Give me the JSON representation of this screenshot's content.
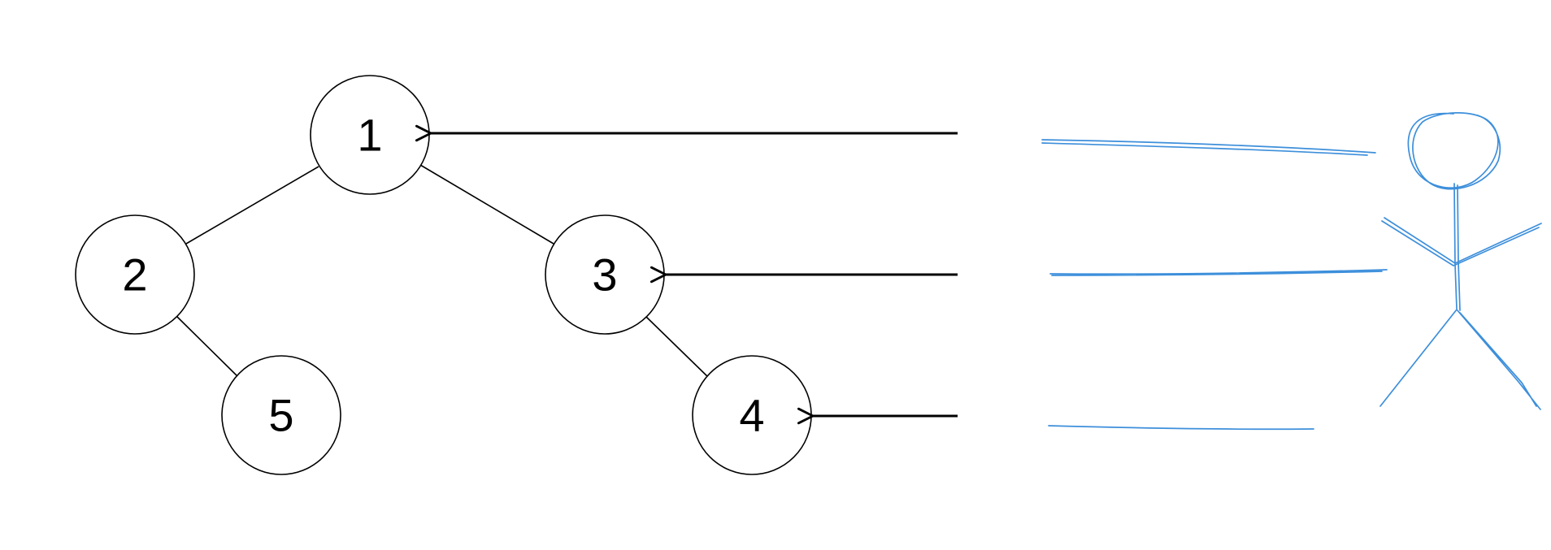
{
  "diagram": {
    "type": "binary-tree",
    "nodes": [
      {
        "id": "n1",
        "label": "1"
      },
      {
        "id": "n2",
        "label": "2"
      },
      {
        "id": "n3",
        "label": "3"
      },
      {
        "id": "n4",
        "label": "4"
      },
      {
        "id": "n5",
        "label": "5"
      }
    ],
    "edges": [
      {
        "from": "n1",
        "to": "n2"
      },
      {
        "from": "n1",
        "to": "n3"
      },
      {
        "from": "n2",
        "to": "n5"
      },
      {
        "from": "n3",
        "to": "n4"
      }
    ],
    "pointed_nodes": [
      "n1",
      "n3",
      "n4"
    ],
    "colors": {
      "tree": "#000000",
      "sketch": "#3d8fdb",
      "background": "#ffffff"
    }
  }
}
